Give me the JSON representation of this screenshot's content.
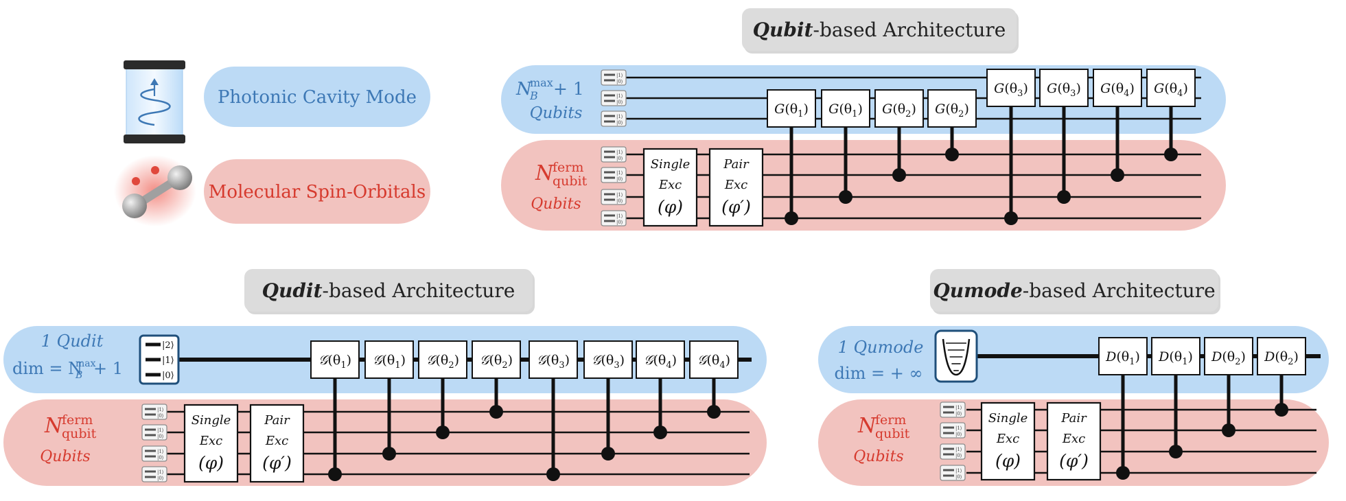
{
  "colors": {
    "blue_band": "#bcdaf5",
    "red_band": "#f2c3bf",
    "blue_text": "#3d78b5",
    "red_text": "#d63a2e",
    "title_box": "#dcdcdc",
    "wire": "#111111"
  },
  "legend": {
    "photonic": "Photonic Cavity Mode",
    "molecular": "Molecular Spin-Orbitals"
  },
  "qubit_arch": {
    "title_bold": "Qubit",
    "title_rest": "-based Architecture",
    "photon_label_main": "N",
    "photon_label_sub": "B",
    "photon_label_sup": "max",
    "photon_label_plus": " + 1",
    "photon_label_qubits": "Qubits",
    "ferm_label_main": "N",
    "ferm_label_sup": "ferm",
    "ferm_label_sub": "qubit",
    "ferm_label_qubits": "Qubits",
    "ket_one": "|1⟩",
    "ket_zero": "|0⟩",
    "single_exc": [
      "Single",
      "Exc",
      "(φ)"
    ],
    "pair_exc": [
      "Pair",
      "Exc",
      "(φ′)"
    ],
    "gates": [
      "G(θ1)",
      "G(θ1)",
      "G(θ2)",
      "G(θ2)",
      "G(θ3)",
      "G(θ3)",
      "G(θ4)",
      "G(θ4)"
    ]
  },
  "qudit_arch": {
    "title_bold": "Qudit",
    "title_rest": "-based Architecture",
    "label_line1": "1 Qudit",
    "label_line2_dim": "dim = N",
    "label_line2_sub": "B",
    "label_line2_sup": "max",
    "label_line2_plus": " + 1",
    "qudit_levels": [
      "|2⟩",
      "|1⟩",
      "|0⟩"
    ],
    "ferm_label_main": "N",
    "ferm_label_sup": "ferm",
    "ferm_label_sub": "qubit",
    "ferm_label_qubits": "Qubits",
    "single_exc": [
      "Single",
      "Exc",
      "(φ)"
    ],
    "pair_exc": [
      "Pair",
      "Exc",
      "(φ′)"
    ],
    "gates": [
      "𝒢(θ1)",
      "𝒢(θ1)",
      "𝒢(θ2)",
      "𝒢(θ2)",
      "𝒢(θ3)",
      "𝒢(θ3)",
      "𝒢(θ4)",
      "𝒢(θ4)"
    ]
  },
  "qumode_arch": {
    "title_bold": "Qumode",
    "title_rest": "-based Architecture",
    "label_line1": "1 Qumode",
    "label_line2": "dim = + ∞",
    "ferm_label_main": "N",
    "ferm_label_sup": "ferm",
    "ferm_label_sub": "qubit",
    "ferm_label_qubits": "Qubits",
    "single_exc": [
      "Single",
      "Exc",
      "(φ)"
    ],
    "pair_exc": [
      "Pair",
      "Exc",
      "(φ′)"
    ],
    "gates": [
      "D(θ1)",
      "D(θ1)",
      "D(θ2)",
      "D(θ2)"
    ]
  }
}
